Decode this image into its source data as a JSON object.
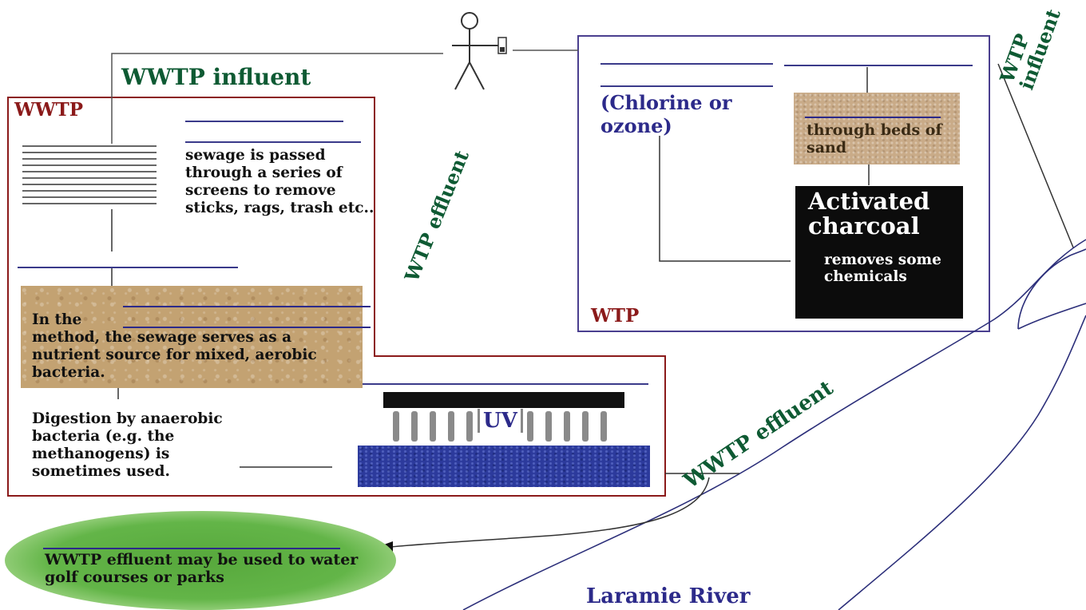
{
  "labels": {
    "wwtp_influent": "WWTP influent",
    "wtp_effluent": "WTP effluent",
    "wtp_influent": "WTP influent",
    "wwtp_effluent": "WWTP effluent",
    "wwtp": "WWTP",
    "wtp": "WTP",
    "laramie_river": "Laramie River"
  },
  "wwtp": {
    "screens_text": "sewage is passed through a series of screens to remove sticks, rags, trash etc..",
    "method_prefix": "In the",
    "method_text": "method, the sewage serves as a nutrient source for mixed, aerobic bacteria.",
    "digestion_text": "Digestion by anaerobic bacteria (e.g. the methanogens) is sometimes used.",
    "uv_label": "UV"
  },
  "wtp": {
    "disinfect_text": "(Chlorine or ozone)",
    "sand_text": "through beds of sand",
    "charcoal_title": "Activated charcoal",
    "charcoal_text": "removes some chemicals"
  },
  "golf": {
    "text": "WWTP effluent may be used to water golf courses or parks"
  },
  "colors": {
    "green_label": "#0e5a33",
    "maroon": "#8b1a1a",
    "navy": "#2c2a8a",
    "tan": "#c3a272"
  }
}
